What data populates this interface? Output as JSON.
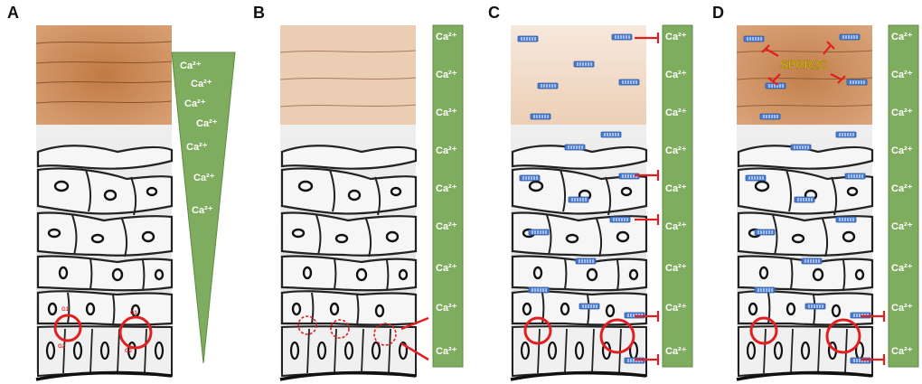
{
  "panels": [
    {
      "label": "A"
    },
    {
      "label": "B"
    },
    {
      "label": "C"
    },
    {
      "label": "D"
    }
  ],
  "calcium_label": "Ca²⁺",
  "protein_label": "SPRR2C",
  "cell_cycle_labels": {
    "g1": "G1",
    "g2": "G2",
    "s": "S"
  },
  "colors": {
    "calcium_box": "#7fad5f",
    "calcium_box_border": "#5e8a44",
    "stratum_corneum": "#c98850",
    "inhibit_arrow": "#e02020",
    "sprr_protein": "#4a7bd0",
    "sprr_text": "#f2e400"
  },
  "icons": {
    "cell_cycle": "cell-cycle-icon",
    "inhibition": "inhibition-arrow-icon",
    "protein": "sprr-protein-icon"
  }
}
